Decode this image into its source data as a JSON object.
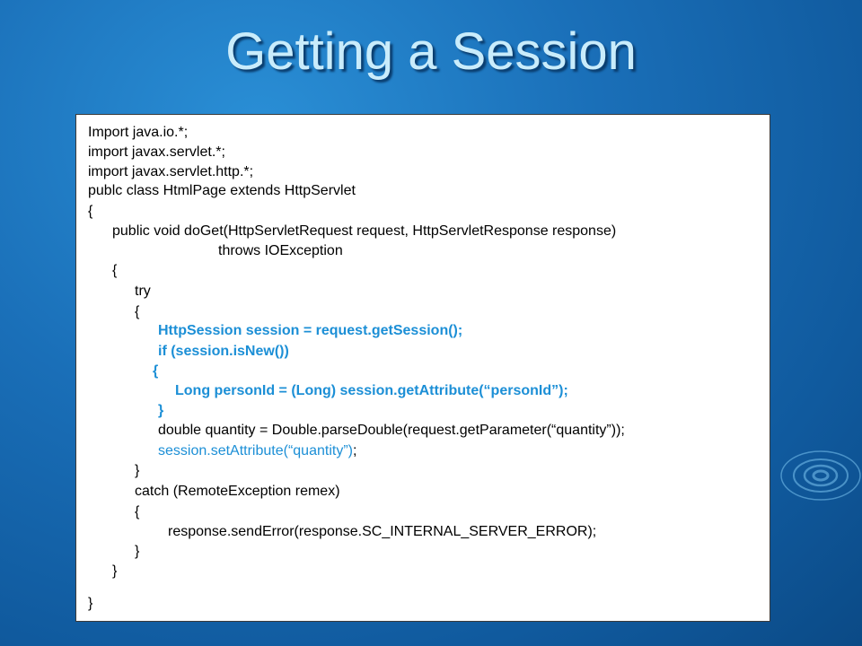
{
  "slide": {
    "title": "Getting a Session"
  },
  "colors": {
    "background": "#1a6fb8",
    "title": "#c9ecfb",
    "highlight": "#1c8fd6"
  },
  "code": {
    "line01": "Import java.io.*;",
    "line02": "import javax.servlet.*;",
    "line03": "import javax.servlet.http.*;",
    "line04": "publc class HtmlPage extends HttpServlet",
    "line05": "{",
    "line06": "public void doGet(HttpServletRequest request, HttpServletResponse response)",
    "line07": "throws IOException",
    "line08": "{",
    "line09": "try",
    "line10": "{",
    "line11": "HttpSession session = request.getSession();",
    "line12": "if (session.isNew())",
    "line13": "{",
    "line14": "Long personId = (Long) session.getAttribute(“personId”);",
    "line15": "}",
    "line16": "double quantity = Double.parseDouble(request.getParameter(“quantity”));",
    "line17a": "session.setAttribute(“quantity”)",
    "line17b": ";",
    "line18": "}",
    "line19": "catch (RemoteException remex)",
    "line20": "{",
    "line21": "response.sendError(response.SC_INTERNAL_SERVER_ERROR);",
    "line22": "}",
    "line23": "}",
    "line24": "}"
  }
}
